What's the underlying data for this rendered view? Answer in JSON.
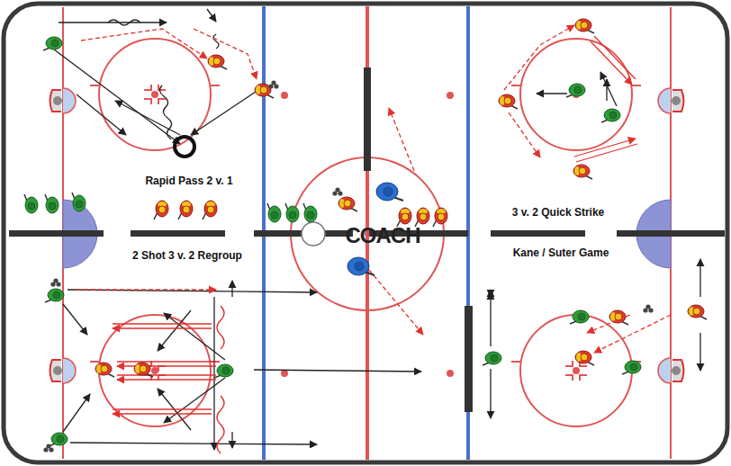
{
  "diagram": {
    "labels": [
      "Rapid Pass 2 v. 1",
      "2 Shot 3 v. 2 Regroup",
      "3 v. 2 Quick Strike",
      "Kane / Suter Game",
      "COACH"
    ]
  }
}
